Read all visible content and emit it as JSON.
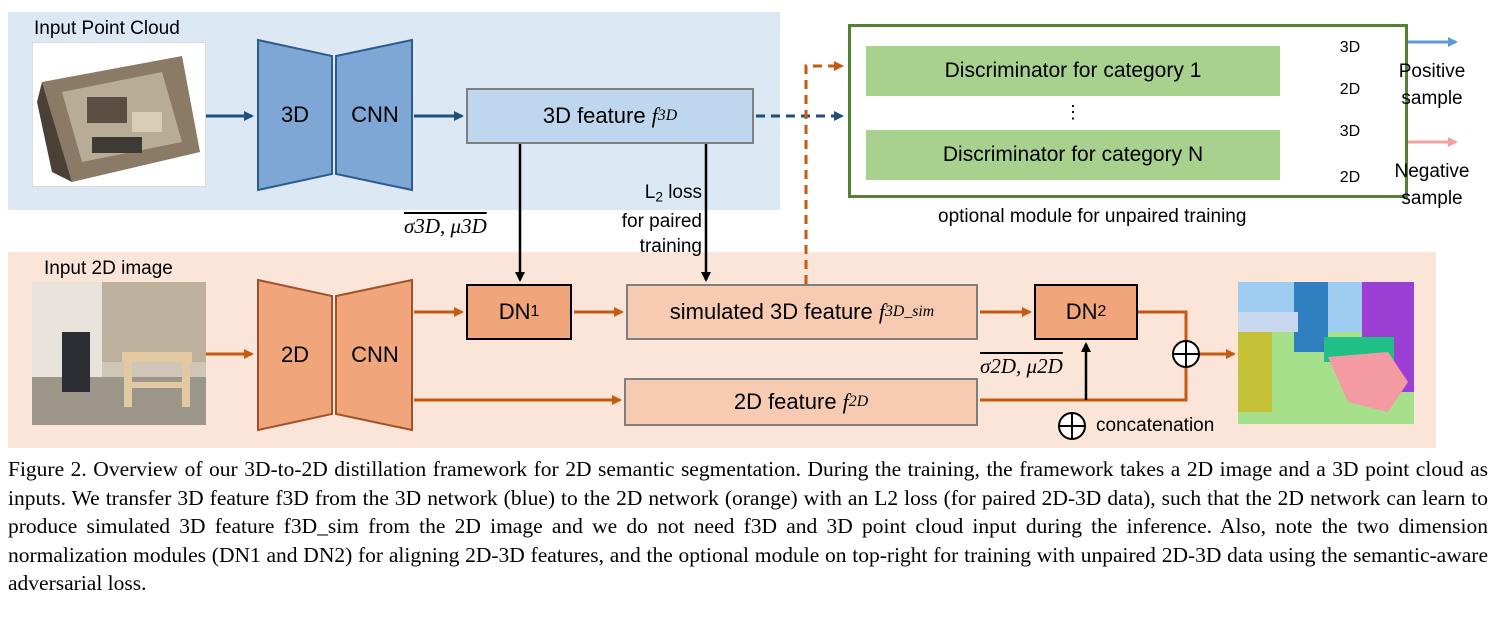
{
  "labels": {
    "input_point_cloud": "Input Point Cloud",
    "input_2d_image": "Input 2D image",
    "cnn3d_left": "3D",
    "cnn3d_right": "CNN",
    "cnn2d_left": "2D",
    "cnn2d_right": "CNN",
    "feature3d_prefix": "3D feature ",
    "feature3d_symbol": "f",
    "feature3d_sub": "3D",
    "dn1_base": "DN",
    "dn1_sub": "1",
    "dn2_base": "DN",
    "dn2_sub": "2",
    "sim_prefix": "simulated 3D feature ",
    "sim_symbol": "f",
    "sim_sub": "3D_sim",
    "f2d_prefix": "2D feature ",
    "f2d_symbol": "f",
    "f2d_sub": "2D",
    "loss_l": "L",
    "loss_sub": "2",
    "loss_rest": " loss",
    "loss_line2": "for paired",
    "loss_line3": "training",
    "stats3d": "σ3D, μ3D",
    "stats2d": "σ2D, μ2D",
    "disc1": "Discriminator for category 1",
    "discN": "Discriminator for category N",
    "vdots": "⋮",
    "node_3d": "3D",
    "node_2d": "2D",
    "optional_module": "optional module for unpaired training",
    "positive_line1": "Positive",
    "positive_line2": "sample",
    "negative_line1": "Negative",
    "negative_line2": "sample",
    "concatenation": "concatenation"
  },
  "caption": {
    "text": "Figure 2. Overview of our 3D-to-2D distillation framework for 2D semantic segmentation. During the training, the framework takes a 2D image and a 3D point cloud as inputs. We transfer 3D feature f3D from the 3D network (blue) to the 2D network (orange) with an L2 loss (for paired 2D-3D data), such that the 2D network can learn to produce simulated 3D feature f3D_sim from the 2D image and we do not need f3D and 3D point cloud input during the inference. Also, note the two dimension normalization modules (DN1 and DN2) for aligning 2D-3D features, and the optional module on top-right for training with unpaired 2D-3D data using the semantic-aware adversarial loss."
  },
  "colors": {
    "blue_panel": "#dce9f5",
    "orange_panel": "#fbe5d8",
    "blue_block": "#7fa7d6",
    "blue_feature": "#bed6ee",
    "orange_block": "#f0a67a",
    "orange_feature": "#f7cbb2",
    "green_box": "#a9d18e",
    "green_border": "#538135",
    "blue_arrow": "#1f4e79",
    "orange_arrow": "#c55a11",
    "pos_arrow": "#5b9bd5",
    "neg_arrow": "#f4a0a0"
  }
}
